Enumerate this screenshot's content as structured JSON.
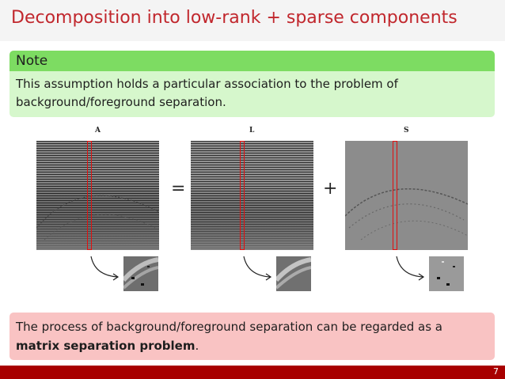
{
  "slide": {
    "title": "Decomposition into low-rank + sparse components",
    "page_number": "7"
  },
  "note": {
    "heading": "Note",
    "text": "This assumption holds a particular association to the problem of background/foreground separation."
  },
  "figure": {
    "labels": {
      "a": "A",
      "l": "L",
      "s": "S"
    },
    "equals": "=",
    "plus": "+"
  },
  "alert": {
    "text_before": "The process of background/foreground separation can be regarded as a ",
    "bold": "matrix separation problem",
    "text_after": "."
  },
  "colors": {
    "title_red": "#c1272d",
    "note_head": "#7ddc62",
    "note_body": "#d6f7cc",
    "alert_body": "#f9c3c3",
    "footer": "#a80000",
    "highlight": "#e01010"
  }
}
